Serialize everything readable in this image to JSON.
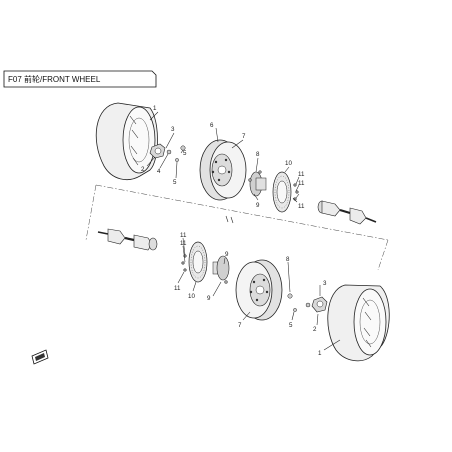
{
  "header": {
    "title": "F07 前轮/FRONT WHEEL"
  },
  "callouts": {
    "c1": "1",
    "c2": "2",
    "c3": "3",
    "c4": "4",
    "c5": "5",
    "c6": "6",
    "c7": "7",
    "c8": "8",
    "c9": "9",
    "c10": "10",
    "c11": "11"
  },
  "colors": {
    "line": "#222222",
    "tire": "#eeeeee",
    "metal": "#cfcfcf",
    "frame": "#000000"
  },
  "icons": {
    "logo": "manufacturer-logo-mark"
  }
}
